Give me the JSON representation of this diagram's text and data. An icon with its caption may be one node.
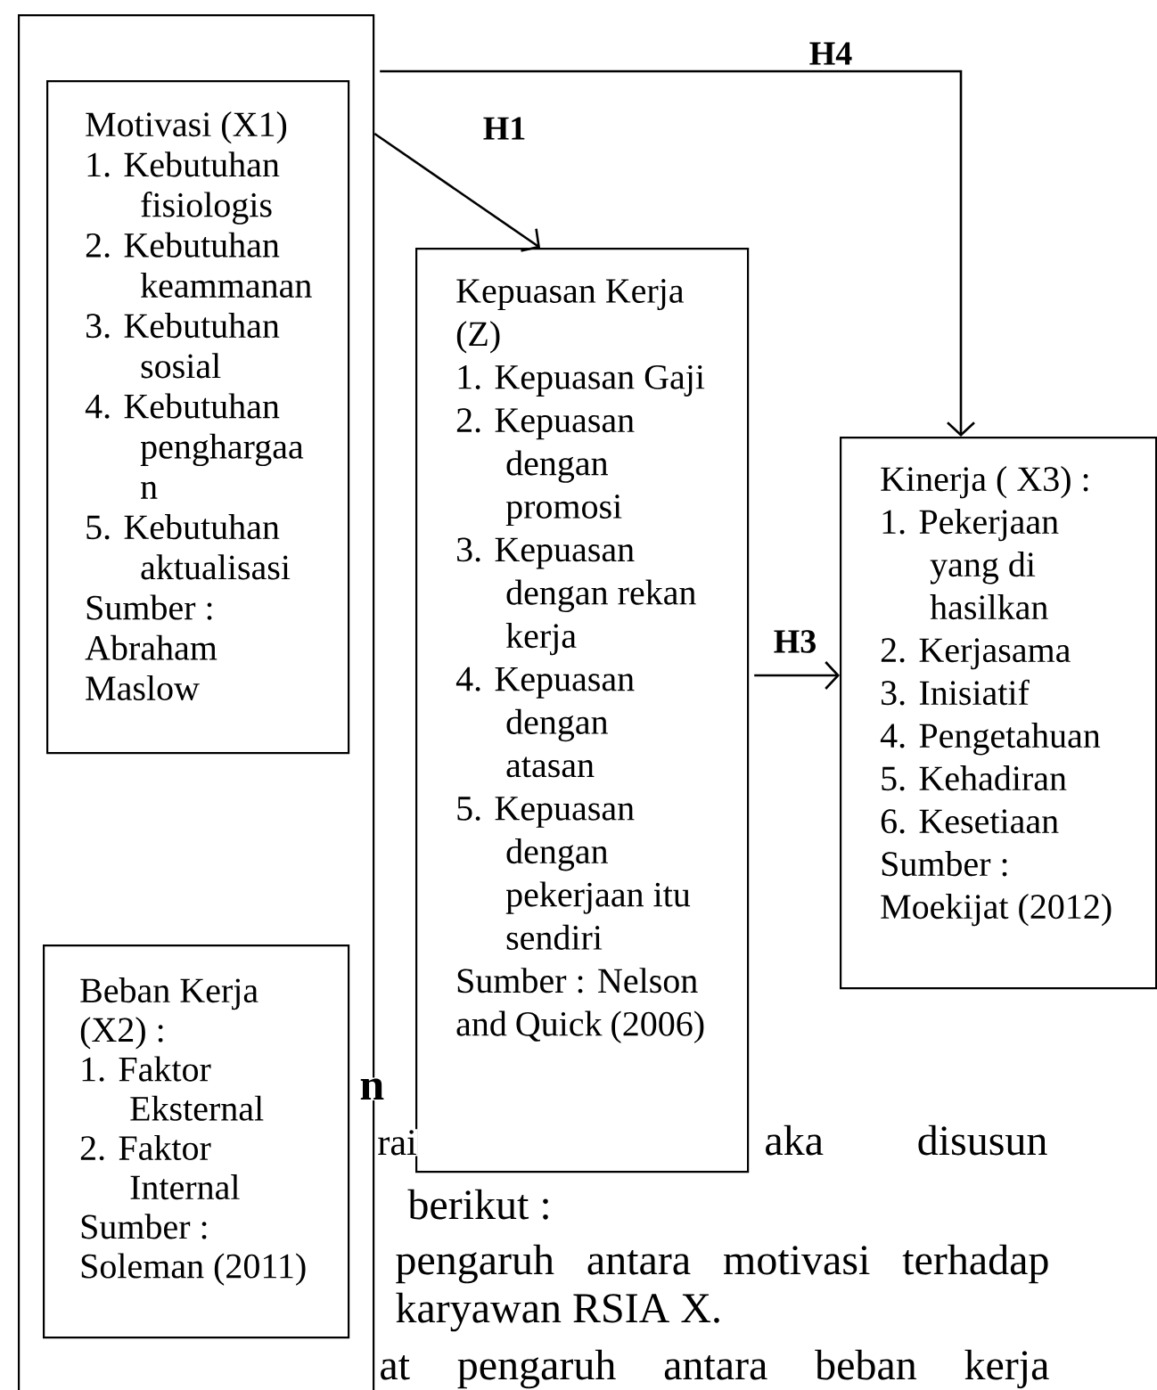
{
  "diagram": {
    "nodes": [
      {
        "text": [],
        "shape": "box"
      },
      {
        "text": [
          "Motivasi (X1)",
          "1. Kebutuhan fisiologis",
          "2. Kebutuhan keammanan",
          "3. Kebutuhan sosial",
          "4. Kebutuhan penghargaa n",
          "5. Kebutuhan aktualisasi",
          "Sumber : Abraham Maslow"
        ],
        "in": 0
      },
      {
        "text": [
          "Beban Kerja (X2) :",
          "1. Faktor Eksternal",
          "2. Faktor Internal",
          "Sumber : Soleman (2011)"
        ],
        "in": 0
      },
      {
        "text": [
          "Kepuasan Kerja (Z)",
          "1. Kepuasan Gaji",
          "2. Kepuasan dengan promosi",
          "3. Kepuasan dengan rekan kerja",
          "4. Kepuasan dengan atasan",
          "5. Kepuasan dengan pekerjaan itu sendiri",
          "Sumber : Nelson and Quick (2006)"
        ]
      },
      {
        "text": [
          "Kinerja ( X3) :",
          "1. Pekerjaan yang di hasilkan",
          "2. Kerjasama",
          "3. Inisiatif",
          "4. Pengetahuan",
          "5. Kehadiran",
          "6. Kesetiaan",
          "Sumber : Moekijat (2012)"
        ]
      }
    ],
    "edges": [
      {
        "from": 0,
        "to": 3,
        "arrow": "to",
        "label": "H1"
      },
      {
        "from": 0,
        "to": 4,
        "arrow": "to",
        "label": "H4"
      },
      {
        "from": 3,
        "to": 4,
        "arrow": "to",
        "label": "H3"
      }
    ],
    "labels": [
      "n",
      "rai",
      "aka disusun",
      "berikut :",
      "pengaruh antara motivasi terhadap",
      "karyawan RSIA X.",
      "at pengaruh antara beban kerja"
    ]
  }
}
